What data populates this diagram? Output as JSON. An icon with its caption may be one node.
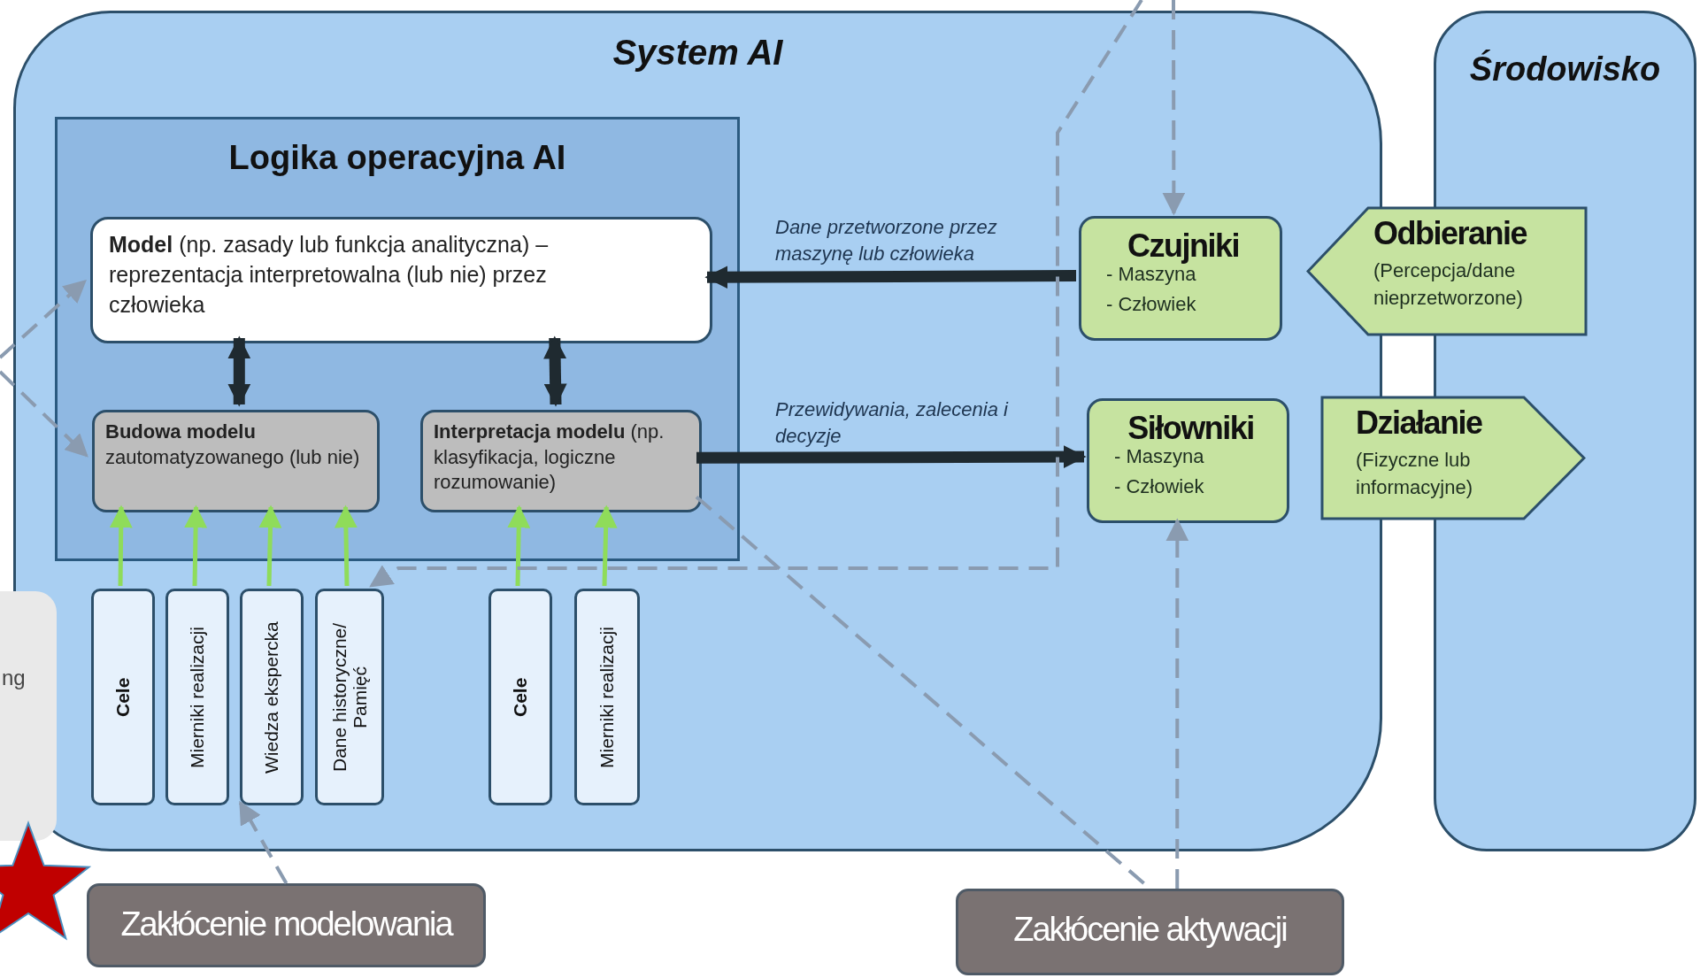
{
  "diagram": {
    "nodes": [
      {
        "text": [
          "System AI"
        ]
      },
      {
        "text": [
          "Logika operacyjna AI"
        ],
        "in": 0
      },
      {
        "text": [
          "**Model** (np. zasady lub funkcja analityczna) – reprezentacja interpretowalna (lub nie) przez człowieka"
        ],
        "in": 1
      },
      {
        "text": [
          "**Budowa modelu** zautomatyzowanego (lub nie)"
        ],
        "in": 1
      },
      {
        "text": [
          "**Interpretacja modelu** (np. klasyfikacja, logiczne rozumowanie)"
        ],
        "in": 1
      },
      {
        "text": [
          "Cele"
        ],
        "in": 0
      },
      {
        "text": [
          "Mierniki realizacji"
        ],
        "in": 0
      },
      {
        "text": [
          "Wiedza ekspercka"
        ],
        "in": 0
      },
      {
        "text": [
          "Dane historyczne/ Pamięć"
        ],
        "in": 0
      },
      {
        "text": [
          "Cele"
        ],
        "in": 0
      },
      {
        "text": [
          "Mierniki realizacji"
        ],
        "in": 0
      },
      {
        "text": [
          "Czujniki",
          "- Maszyna",
          "- Człowiek"
        ],
        "in": 0
      },
      {
        "text": [
          "Siłowniki",
          "- Maszyna",
          "- Człowiek"
        ],
        "in": 0
      },
      {
        "text": [
          "Środowisko"
        ]
      },
      {
        "text": [
          "Odbieranie",
          "(Percepcja/dane nieprzetworzone)"
        ]
      },
      {
        "text": [
          "Działanie",
          "(Fizyczne lub informacyjne)"
        ]
      },
      {
        "text": [
          "Zakłócenie modelowania"
        ]
      },
      {
        "text": [
          "Zakłócenie aktywacji"
        ]
      }
    ],
    "edges": [
      {
        "from": 11,
        "to": 2,
        "arrow": "to",
        "label": "Dane przetworzone przez maszynę lub człowieka",
        "style": "thick",
        "color": "#1f2a30"
      },
      {
        "from": 4,
        "to": 12,
        "arrow": "to",
        "label": "Przewidywania, zalecenia i decyzje",
        "style": "thick",
        "color": "#1f2a30"
      },
      {
        "from": 2,
        "to": 3,
        "arrow": "both",
        "style": "thick",
        "color": "#1f2a30"
      },
      {
        "from": 2,
        "to": 4,
        "arrow": "both",
        "style": "thick",
        "color": "#1f2a30"
      },
      {
        "from": 5,
        "to": 3,
        "arrow": "to",
        "color": "#8fdc5a"
      },
      {
        "from": 6,
        "to": 3,
        "arrow": "to",
        "color": "#8fdc5a"
      },
      {
        "from": 7,
        "to": 3,
        "arrow": "to",
        "color": "#8fdc5a"
      },
      {
        "from": 8,
        "to": 3,
        "arrow": "to",
        "color": "#8fdc5a"
      },
      {
        "from": 9,
        "to": 4,
        "arrow": "to",
        "color": "#8fdc5a"
      },
      {
        "from": 10,
        "to": 4,
        "arrow": "to",
        "color": "#8fdc5a"
      },
      {
        "from": 16,
        "to": 7,
        "arrow": "to",
        "style": "dashed"
      },
      {
        "from": 17,
        "to": 12,
        "arrow": "to",
        "style": "dashed"
      },
      {
        "from": null,
        "to": 11,
        "arrow": "to",
        "style": "dashed"
      },
      {
        "from": null,
        "to": 8,
        "arrow": "to",
        "style": "dashed"
      },
      {
        "from": null,
        "to": 2,
        "arrow": "to",
        "style": "dashed"
      },
      {
        "from": null,
        "to": 3,
        "arrow": "to",
        "style": "dashed"
      },
      {
        "from": 4,
        "to": 17,
        "arrow": "none",
        "style": "dashed"
      }
    ],
    "labels": [
      "ng"
    ]
  }
}
